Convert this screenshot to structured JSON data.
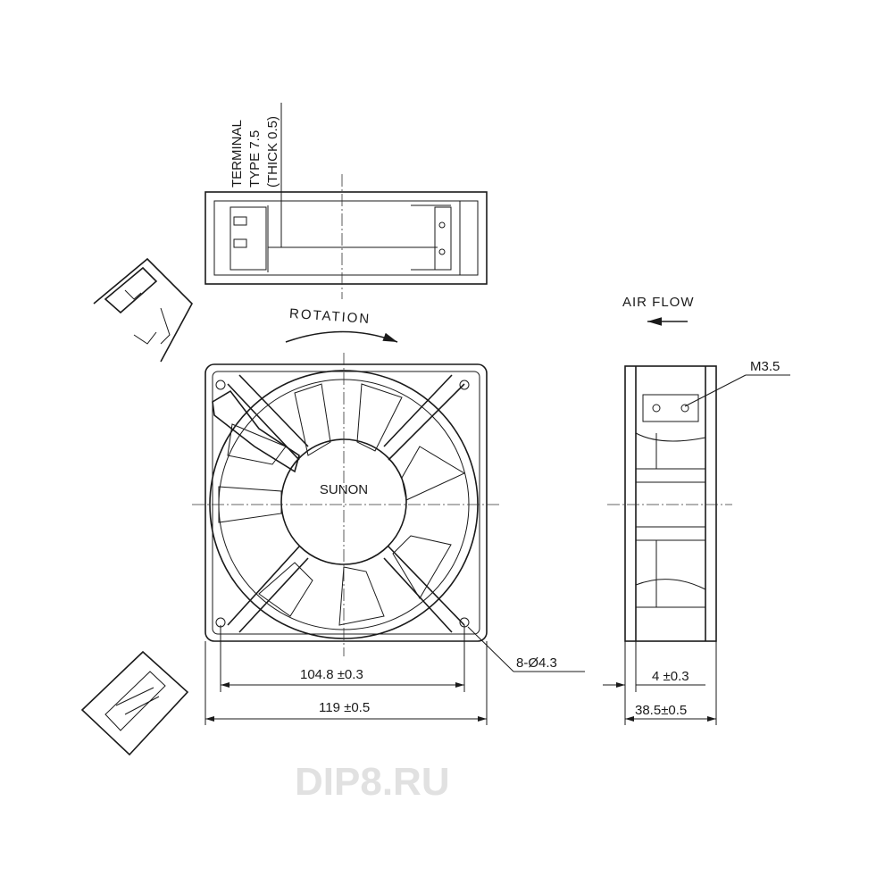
{
  "drawing": {
    "terminal_note": [
      "TERMINAL",
      "TYPE 7.5",
      "(THICK 0.5)"
    ],
    "rotation_label": "ROTATION",
    "airflow_label": "AIR FLOW",
    "screw_label": "M3.5",
    "brand_label": "SUNON",
    "dimensions": {
      "hole_spacing": "104.8 ±0.3",
      "holes": "8-Ø4.3",
      "frame_width": "119 ±0.5",
      "flange": "4 ±0.3",
      "depth": "38.5±0.5"
    },
    "watermark": "DIP8.RU"
  }
}
